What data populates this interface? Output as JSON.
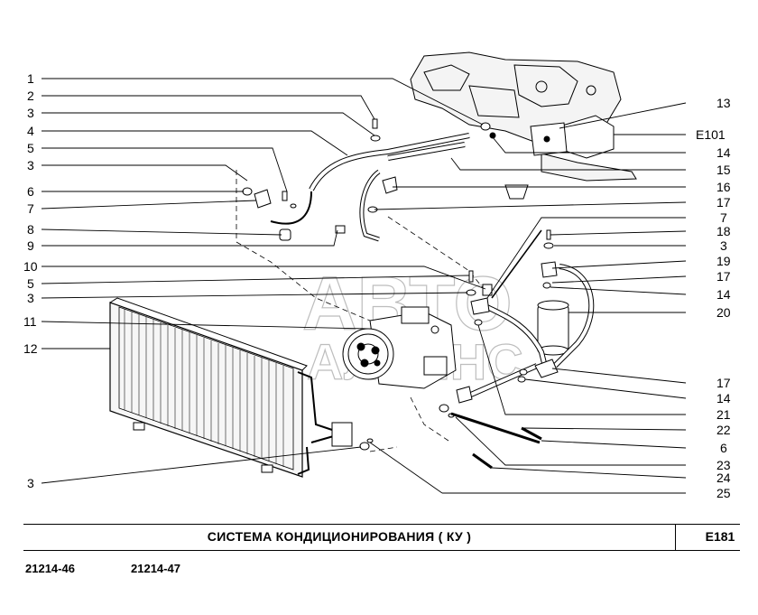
{
  "title": "СИСТЕМА  КОНДИЦИОНИРОВАНИЯ ( КУ )",
  "page_code": "E181",
  "models": [
    "21214-46",
    "21214-47"
  ],
  "watermark": [
    "АВТО",
    "АЛЬЯНС"
  ],
  "left_labels": [
    "1",
    "2",
    "3",
    "4",
    "5",
    "3",
    "6",
    "7",
    "8",
    "9",
    "10",
    "5",
    "3",
    "11",
    "12",
    "3"
  ],
  "right_labels": [
    "13",
    "E101",
    "14",
    "15",
    "16",
    "17",
    "7",
    "18",
    "3",
    "19",
    "17",
    "14",
    "20",
    "17",
    "14",
    "21",
    "22",
    "6",
    "23",
    "24",
    "25"
  ]
}
